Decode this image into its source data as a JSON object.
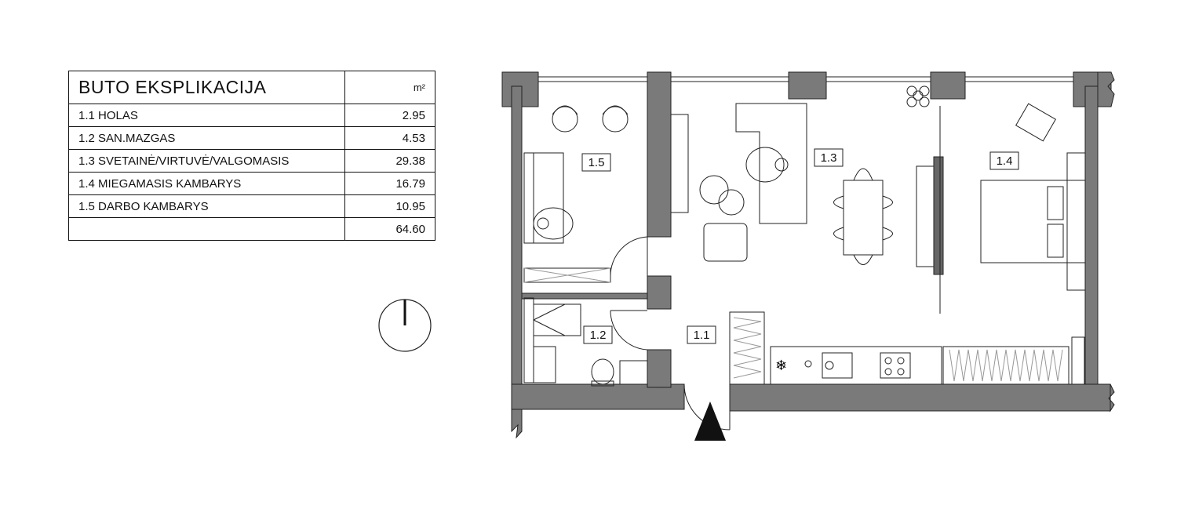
{
  "explication": {
    "title": "BUTO EKSPLIKACIJA",
    "unit": "m²",
    "rows": [
      {
        "name": "1.1 HOLAS",
        "area": "2.95"
      },
      {
        "name": "1.2 SAN.MAZGAS",
        "area": "4.53"
      },
      {
        "name": "1.3 SVETAINĖ/VIRTUVĖ/VALGOMASIS",
        "area": "29.38"
      },
      {
        "name": "1.4 MIEGAMASIS KAMBARYS",
        "area": "16.79"
      },
      {
        "name": "1.5 DARBO KAMBARYS",
        "area": "10.95"
      }
    ],
    "total": "64.60"
  },
  "rooms": {
    "r11": "1.1",
    "r12": "1.2",
    "r13": "1.3",
    "r14": "1.4",
    "r15": "1.5"
  }
}
